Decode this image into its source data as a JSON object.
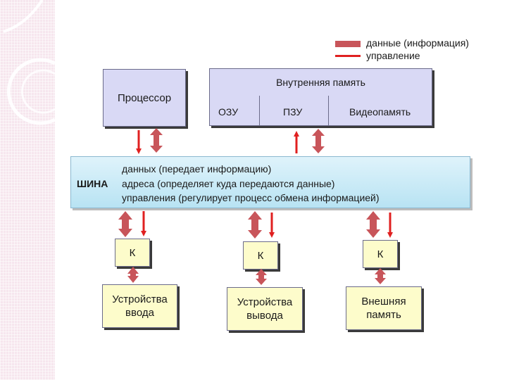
{
  "legend": {
    "data_label": "данные (информация)",
    "control_label": "управление"
  },
  "processor": {
    "label": "Процессор"
  },
  "memory": {
    "title": "Внутренняя память",
    "cells": [
      "ОЗУ",
      "ПЗУ",
      "Видеопамять"
    ]
  },
  "bus": {
    "label": "ШИНА",
    "lines": [
      "данных (передает информацию)",
      "адреса (определяет куда передаются данные)",
      "управления (регулирует процесс обмена информацией)"
    ]
  },
  "controllers": [
    "К",
    "К",
    "К"
  ],
  "devices": [
    {
      "line1": "Устройства",
      "line2": "ввода"
    },
    {
      "line1": "Устройства",
      "line2": "вывода"
    },
    {
      "line1": "Внешняя",
      "line2": "память"
    }
  ],
  "colors": {
    "data_arrow": "#c8555a",
    "control_arrow": "#e02020",
    "box_lavender": "#d9d9f5",
    "box_yellow": "#fdfccb",
    "bus_blue": "#b8e3f3"
  }
}
